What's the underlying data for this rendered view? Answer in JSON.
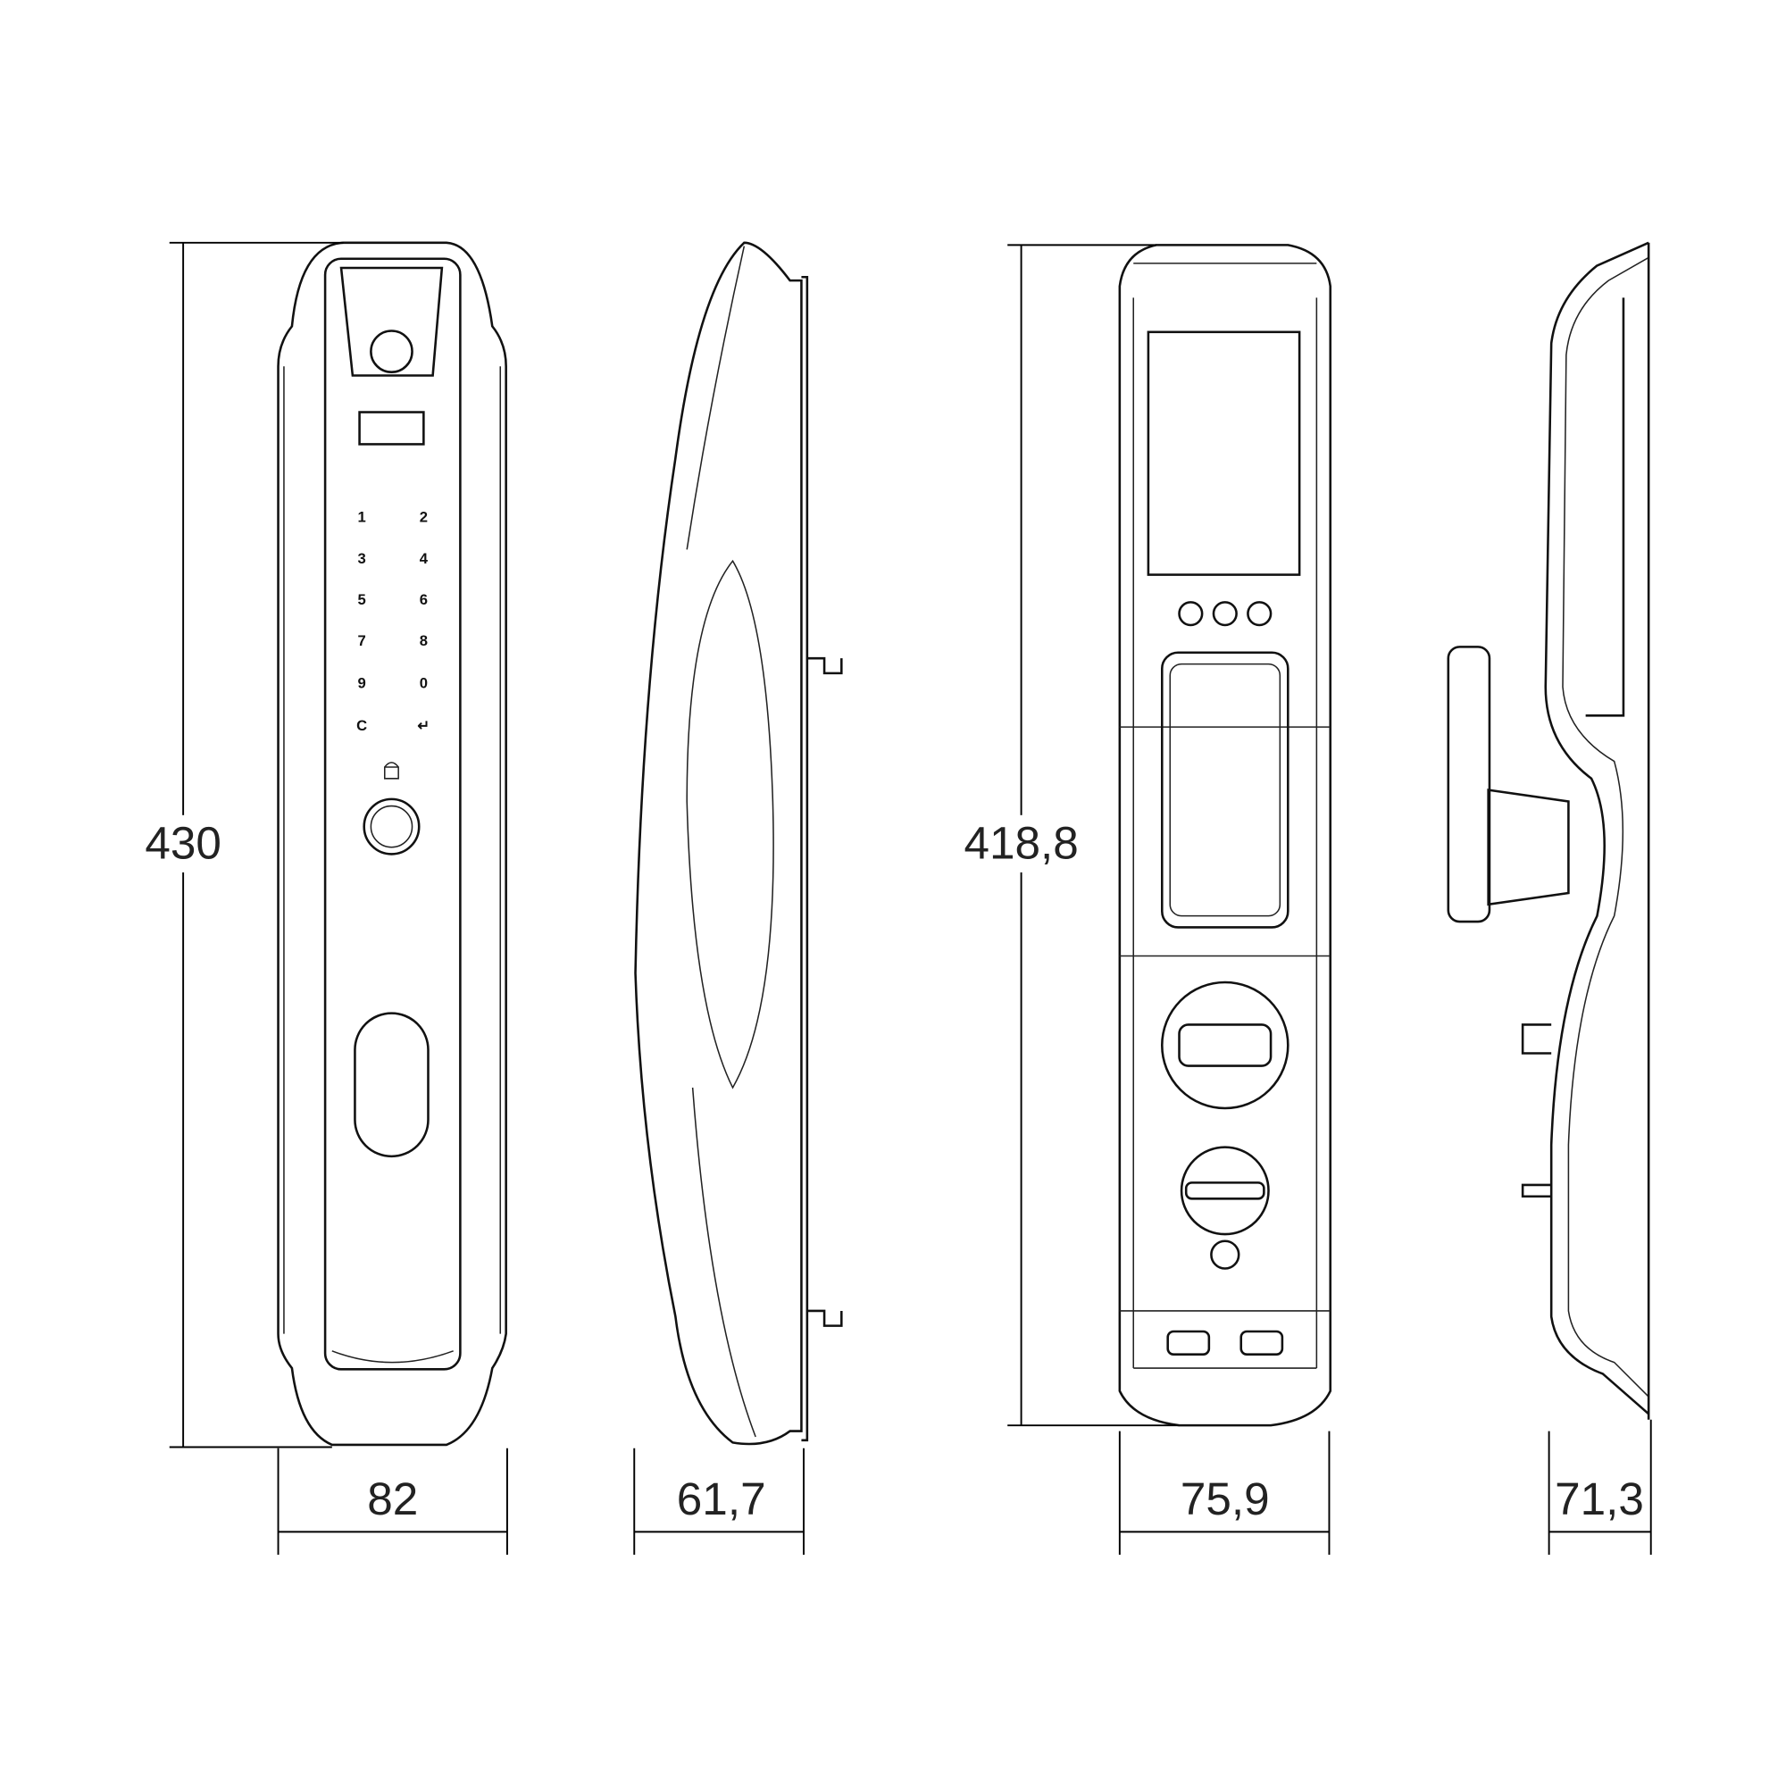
{
  "dimensions": {
    "front_height": "430",
    "front_width": "82",
    "side_depth": "61,7",
    "back_height": "418,8",
    "back_width": "75,9",
    "back_side_depth": "71,3"
  },
  "keypad": {
    "keys": [
      "1",
      "2",
      "3",
      "4",
      "5",
      "6",
      "7",
      "8",
      "9",
      "0",
      "C",
      "↵"
    ]
  }
}
